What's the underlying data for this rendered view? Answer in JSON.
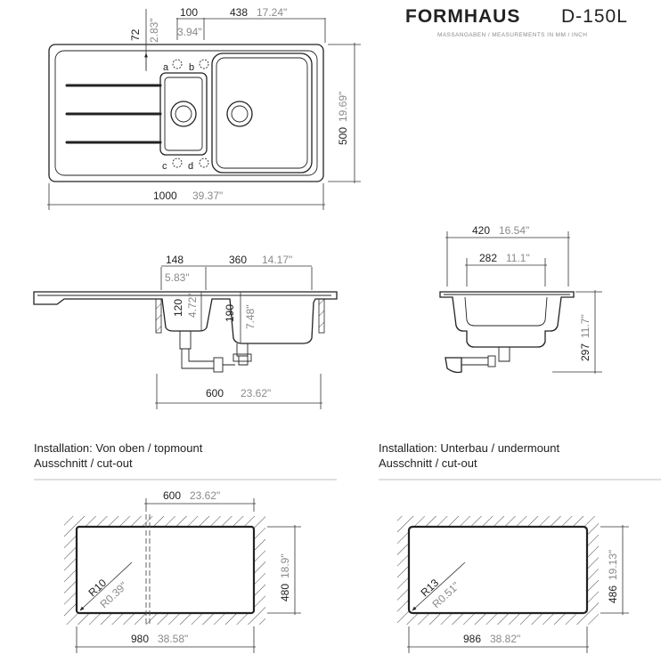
{
  "brand": {
    "name": "FORMHAUS",
    "model": "D-150L",
    "subtitle": "MASSANGABEN / MEASUREMENTS IN MM / INCH"
  },
  "top_view": {
    "dims": [
      {
        "mm": "100",
        "inch": "3.94\""
      },
      {
        "mm": "438",
        "inch": "17.24\""
      },
      {
        "mm": "72",
        "inch": "2.83\""
      },
      {
        "mm": "500",
        "inch": "19.69\""
      },
      {
        "mm": "1000",
        "inch": "39.37\""
      }
    ],
    "holes": [
      "a",
      "b",
      "c",
      "d"
    ]
  },
  "side_view": {
    "dims": [
      {
        "mm": "148",
        "inch": "5.83\""
      },
      {
        "mm": "360",
        "inch": "14.17\""
      },
      {
        "mm": "120",
        "inch": "4.72\""
      },
      {
        "mm": "190",
        "inch": "7.48\""
      },
      {
        "mm": "600",
        "inch": "23.62\""
      }
    ]
  },
  "end_view": {
    "dims": [
      {
        "mm": "420",
        "inch": "16.54\""
      },
      {
        "mm": "282",
        "inch": "11.1\""
      },
      {
        "mm": "297",
        "inch": "11.7\""
      }
    ]
  },
  "topmount": {
    "title": "Installation: Von oben / topmount",
    "cutout": "Ausschnitt / cut-out",
    "dims": [
      {
        "mm": "600",
        "inch": "23.62\""
      },
      {
        "mm": "480",
        "inch": "18.9\""
      },
      {
        "mm": "980",
        "inch": "38.58\""
      }
    ],
    "radius": {
      "mm": "R10",
      "inch": "R0.39\""
    }
  },
  "undermount": {
    "title": "Installation: Unterbau / undermount",
    "cutout": "Ausschnitt / cut-out",
    "dims": [
      {
        "mm": "486",
        "inch": "19.13\""
      },
      {
        "mm": "986",
        "inch": "38.82\""
      }
    ],
    "radius": {
      "mm": "R13",
      "inch": "R0.51\""
    }
  }
}
